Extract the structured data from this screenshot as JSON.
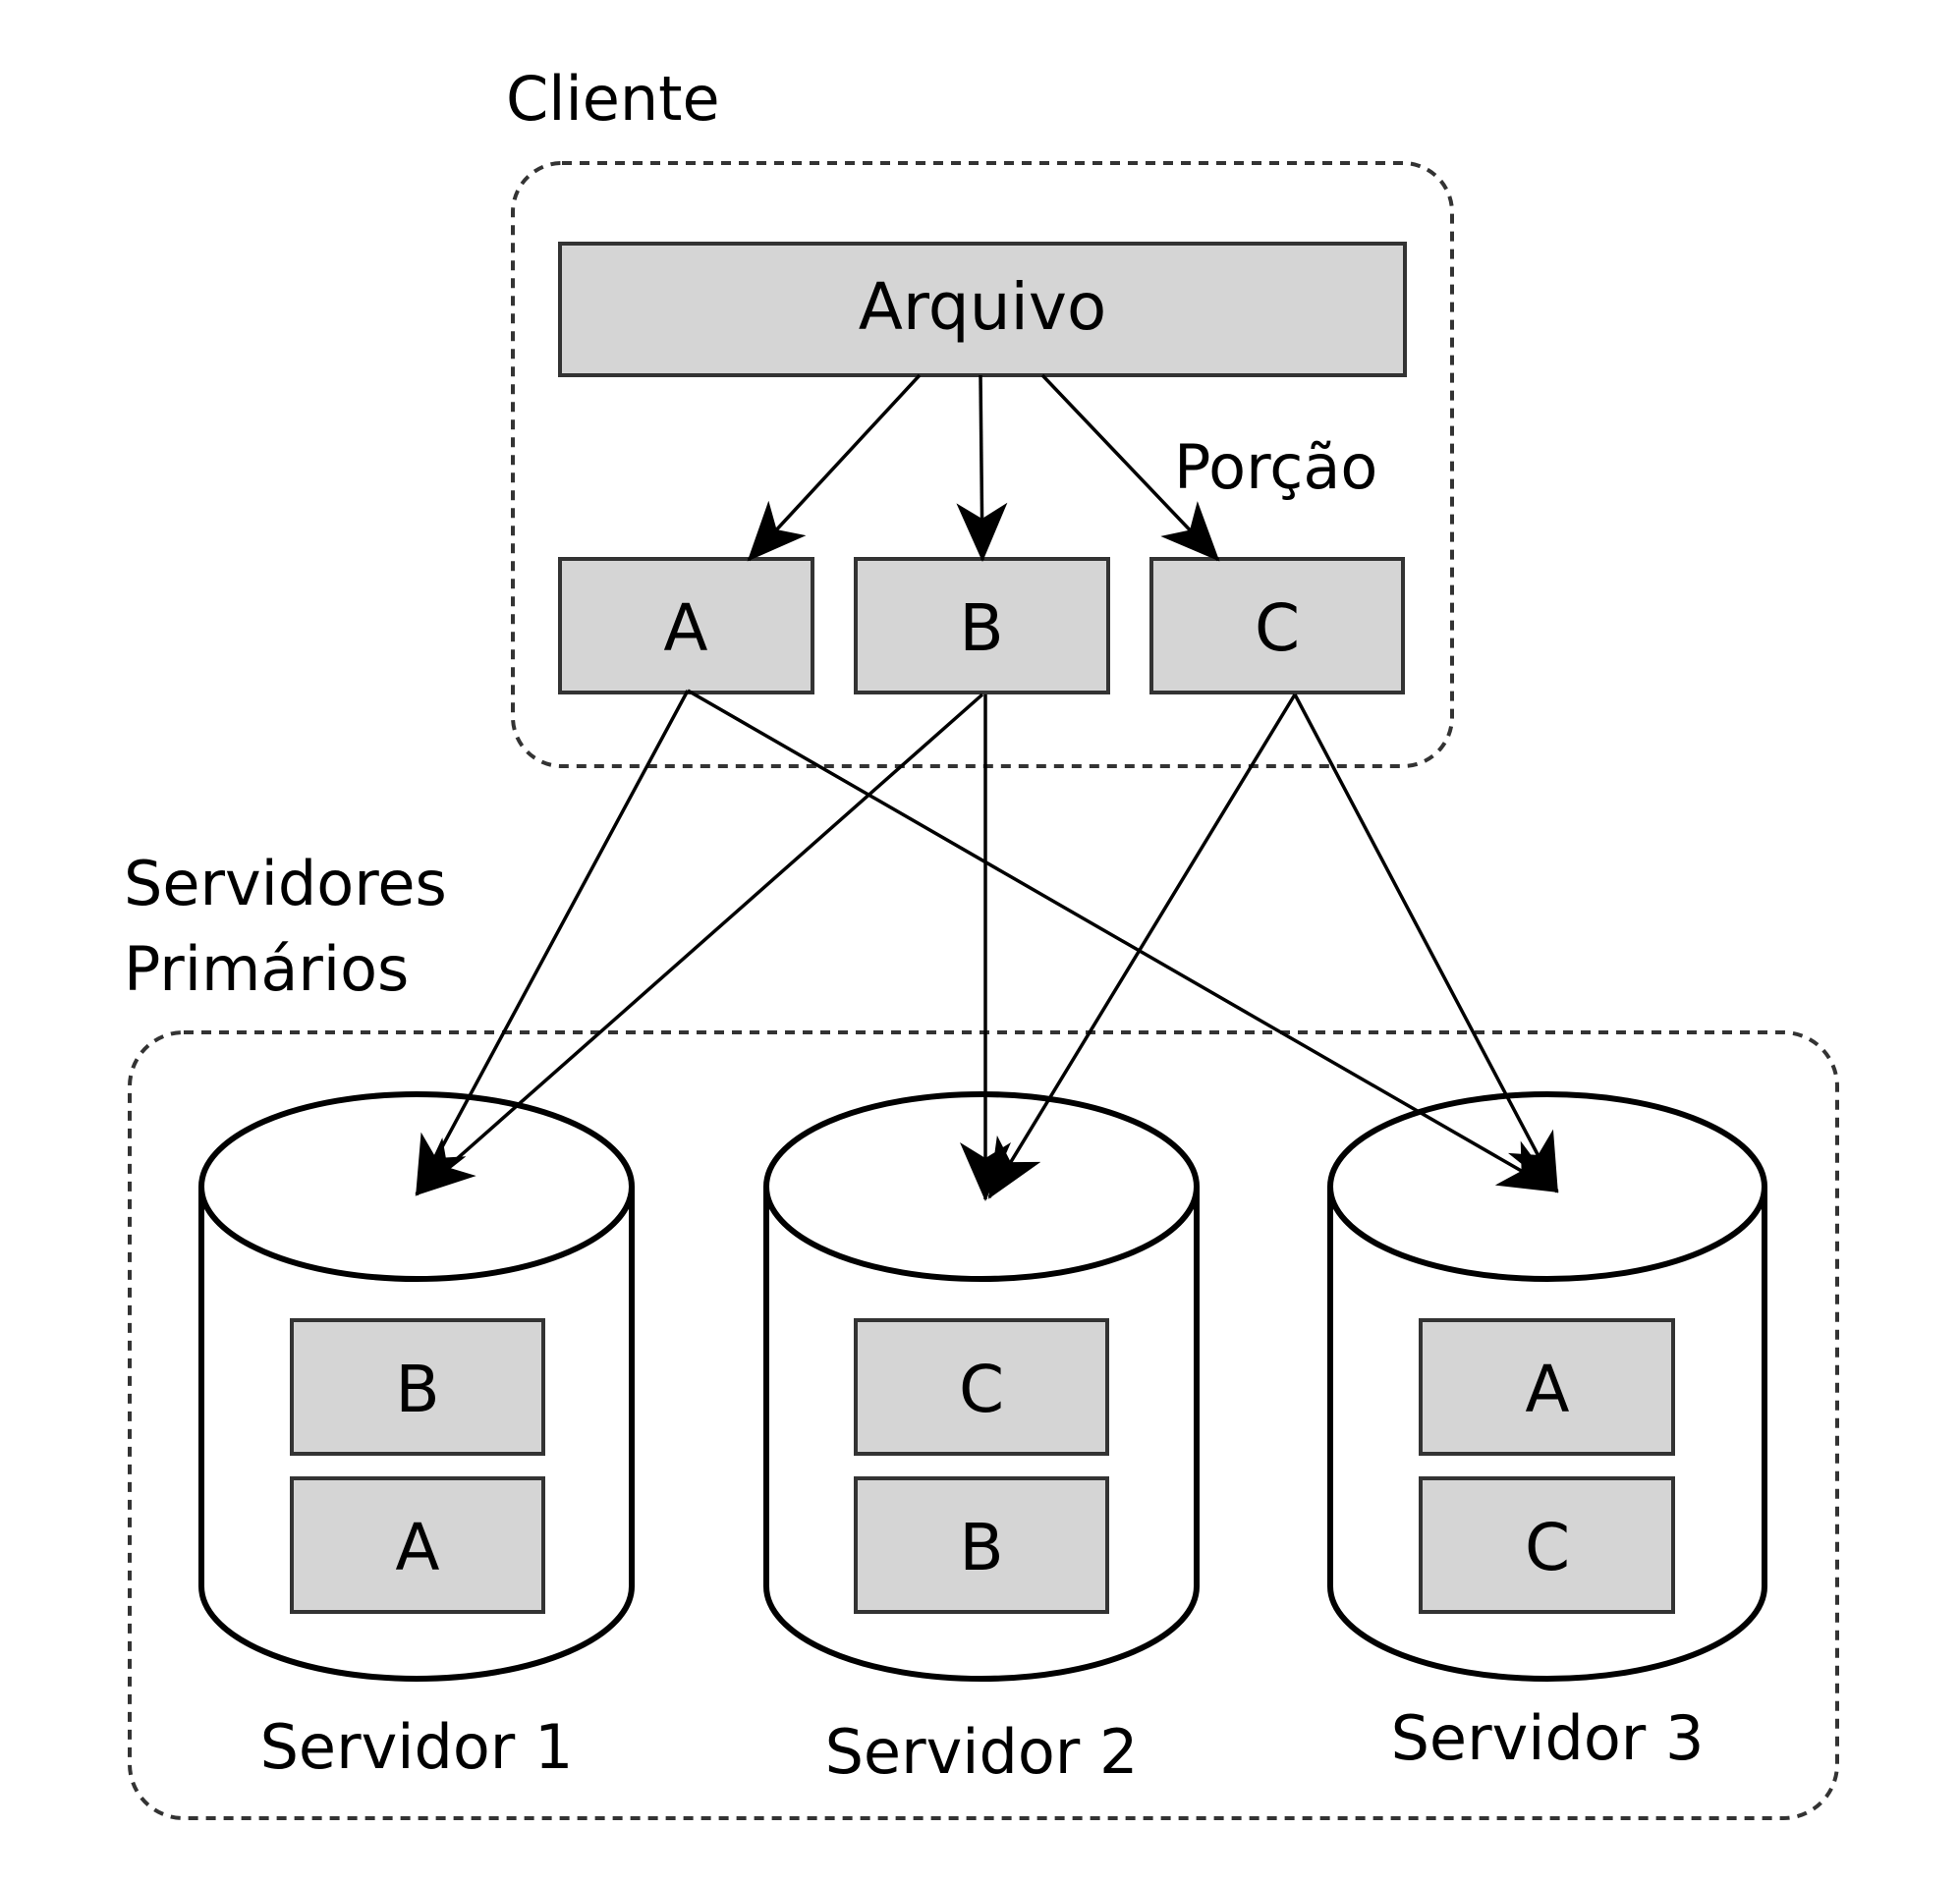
{
  "client": {
    "title": "Cliente",
    "file_label": "Arquivo",
    "portion_label": "Porção",
    "chunks": [
      "A",
      "B",
      "C"
    ]
  },
  "servers_group": {
    "title_line1": "Servidores",
    "title_line2": "Primários"
  },
  "servers": [
    {
      "name": "Servidor 1",
      "stored": [
        "B",
        "A"
      ]
    },
    {
      "name": "Servidor 2",
      "stored": [
        "C",
        "B"
      ]
    },
    {
      "name": "Servidor 3",
      "stored": [
        "A",
        "C"
      ]
    }
  ],
  "colors": {
    "chunk_fill": "#d5d5d5",
    "chunk_stroke": "#333333",
    "line": "#000000",
    "background": "#ffffff"
  }
}
